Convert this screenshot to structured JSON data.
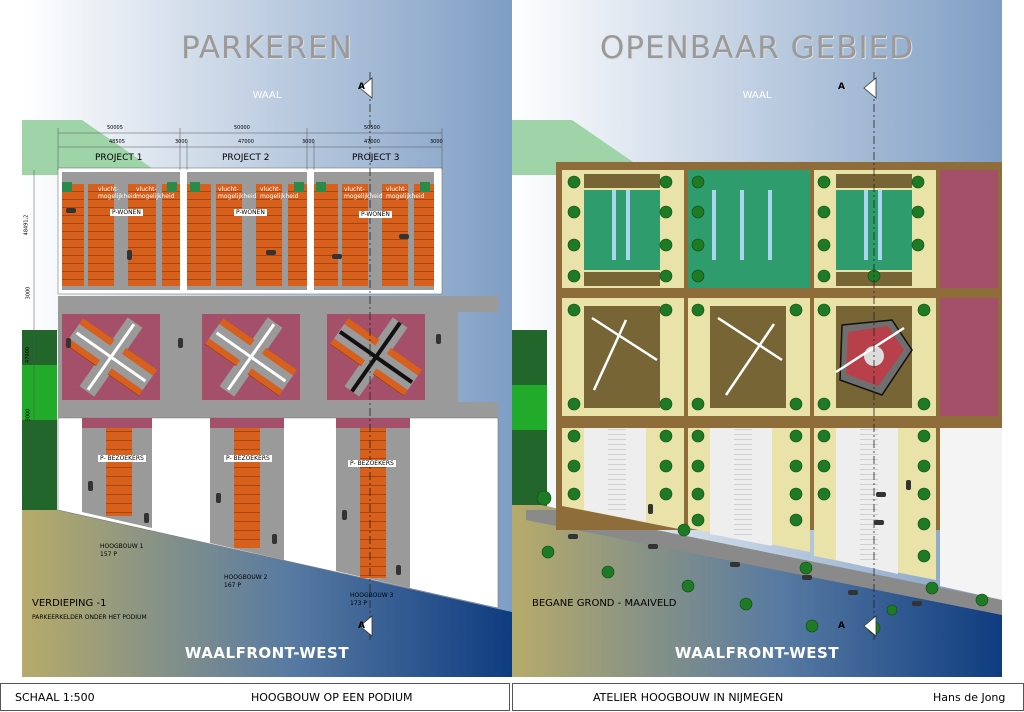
{
  "left": {
    "title": "PARKEREN",
    "river": "WAAL",
    "dimensions": {
      "top": [
        "50005",
        "50000",
        "50500"
      ],
      "second": [
        "48505",
        "3000",
        "47000",
        "3000",
        "47000",
        "3000"
      ],
      "left_side": [
        "48491,2",
        "3000",
        "47000",
        "3000"
      ]
    },
    "projects": [
      "PROJECT 1",
      "PROJECT 2",
      "PROJECT 3"
    ],
    "escape_label": "vlucht-\nmogelijkheid",
    "p_wonen": "P-WONEN",
    "p_bezoekers": "P- BEZOEKERS",
    "towers": [
      {
        "name": "HOOGBOUW 1",
        "count": "157 P"
      },
      {
        "name": "HOOGBOUW 2",
        "count": "167 P"
      },
      {
        "name": "HOOGBOUW 3",
        "count": "173 P"
      }
    ],
    "section_marker": "A",
    "level": "VERDIEPING -1",
    "level_sub": "PARKEERKELDER ONDER HET PODIUM",
    "district": "WAALFRONT-WEST"
  },
  "right": {
    "title": "OPENBAAR GEBIED",
    "river": "WAAL",
    "section_marker": "A",
    "level": "BEGANE GROND - MAAIVELD",
    "district": "WAALFRONT-WEST"
  },
  "footer": {
    "scale": "SCHAAL 1:500",
    "subject": "HOOGBOUW OP EEN PODIUM",
    "studio": "ATELIER HOOGBOUW IN NIJMEGEN",
    "author": "Hans de Jong"
  },
  "colors": {
    "parking_orange": "#d7601c",
    "road_grey": "#9a9a9a",
    "podium_mauve": "#a5506a",
    "lawn_green": "#2e9c6c",
    "deck_olive": "#776536",
    "path_cream": "#eae3a9",
    "frame_brown": "#8e6d3a",
    "water_blue": "#0e3c80"
  }
}
